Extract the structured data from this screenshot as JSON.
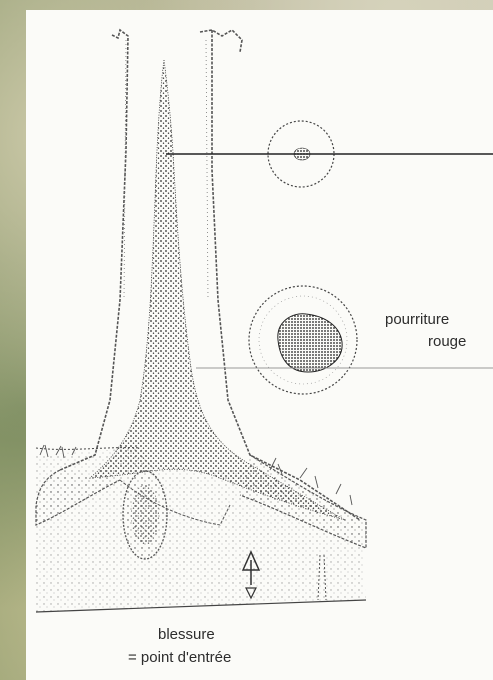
{
  "figure": {
    "annotations": {
      "rot_label_line1": "pourriture",
      "rot_label_line2": "rouge",
      "wound_label_line1": "blessure",
      "wound_label_line2": "= point d'entrée"
    },
    "colors": {
      "ink": "#2d2d2d",
      "panel": "#fbfbf8",
      "background_foliage": "#8f9a6f"
    }
  }
}
